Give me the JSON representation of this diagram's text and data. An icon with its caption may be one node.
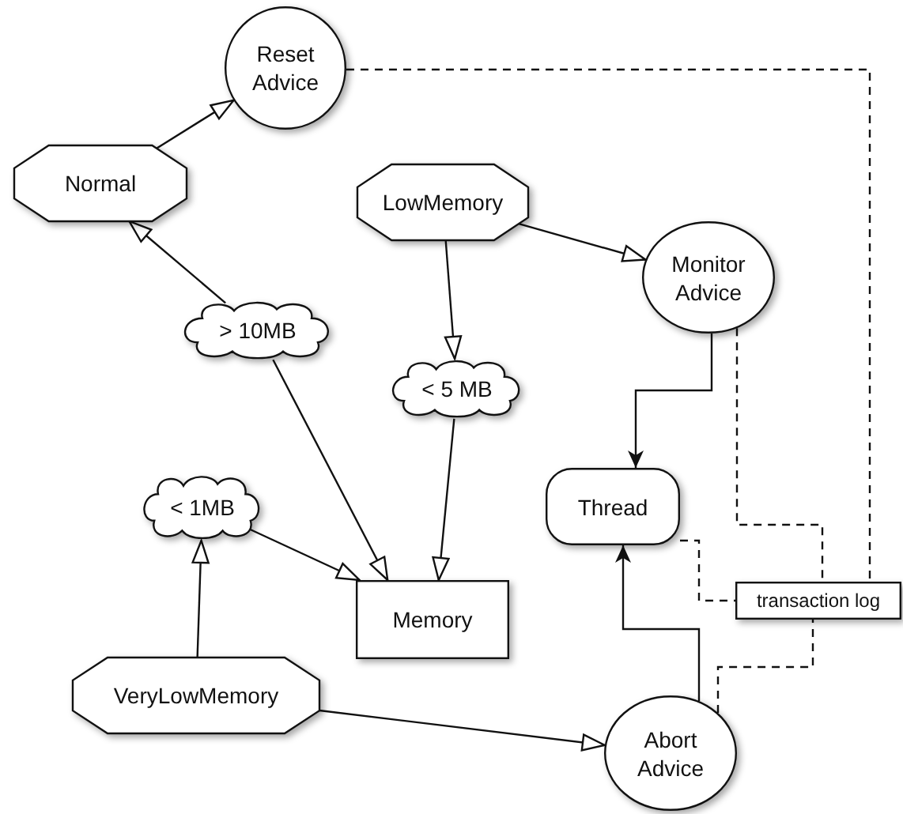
{
  "diagram": {
    "nodes": [
      {
        "text": [
          "Reset Advice"
        ]
      },
      {
        "text": [
          "Normal"
        ]
      },
      {
        "text": [
          "LowMemory"
        ]
      },
      {
        "text": [
          "Monitor Advice"
        ]
      },
      {
        "text": [
          "> 10MB"
        ]
      },
      {
        "text": [
          "< 5 MB"
        ]
      },
      {
        "text": [
          "< 1MB"
        ]
      },
      {
        "text": [
          "Thread"
        ]
      },
      {
        "text": [
          "Memory"
        ]
      },
      {
        "text": [
          "transaction log"
        ]
      },
      {
        "text": [
          "VeryLowMemory"
        ]
      },
      {
        "text": [
          "Abort Advice"
        ]
      }
    ],
    "edges": [
      {
        "from": 1,
        "to": 0,
        "arrow": "to"
      },
      {
        "from": 4,
        "to": 1,
        "arrow": "to"
      },
      {
        "from": 2,
        "to": 3,
        "arrow": "to"
      },
      {
        "from": 2,
        "to": 5,
        "arrow": "to"
      },
      {
        "from": 4,
        "to": 8,
        "arrow": "to"
      },
      {
        "from": 5,
        "to": 8,
        "arrow": "to"
      },
      {
        "from": 6,
        "to": 8,
        "arrow": "to"
      },
      {
        "from": 10,
        "to": 6,
        "arrow": "to"
      },
      {
        "from": 10,
        "to": 11,
        "arrow": "to"
      },
      {
        "from": 3,
        "to": 7,
        "arrow": "to"
      },
      {
        "from": 11,
        "to": 7,
        "arrow": "to"
      },
      {
        "from": 0,
        "to": 9,
        "arrow": "none",
        "style": "dashed"
      },
      {
        "from": 3,
        "to": 9,
        "arrow": "none",
        "style": "dashed"
      },
      {
        "from": 7,
        "to": 9,
        "arrow": "none",
        "style": "dashed"
      },
      {
        "from": 11,
        "to": 9,
        "arrow": "none",
        "style": "dashed"
      }
    ]
  }
}
